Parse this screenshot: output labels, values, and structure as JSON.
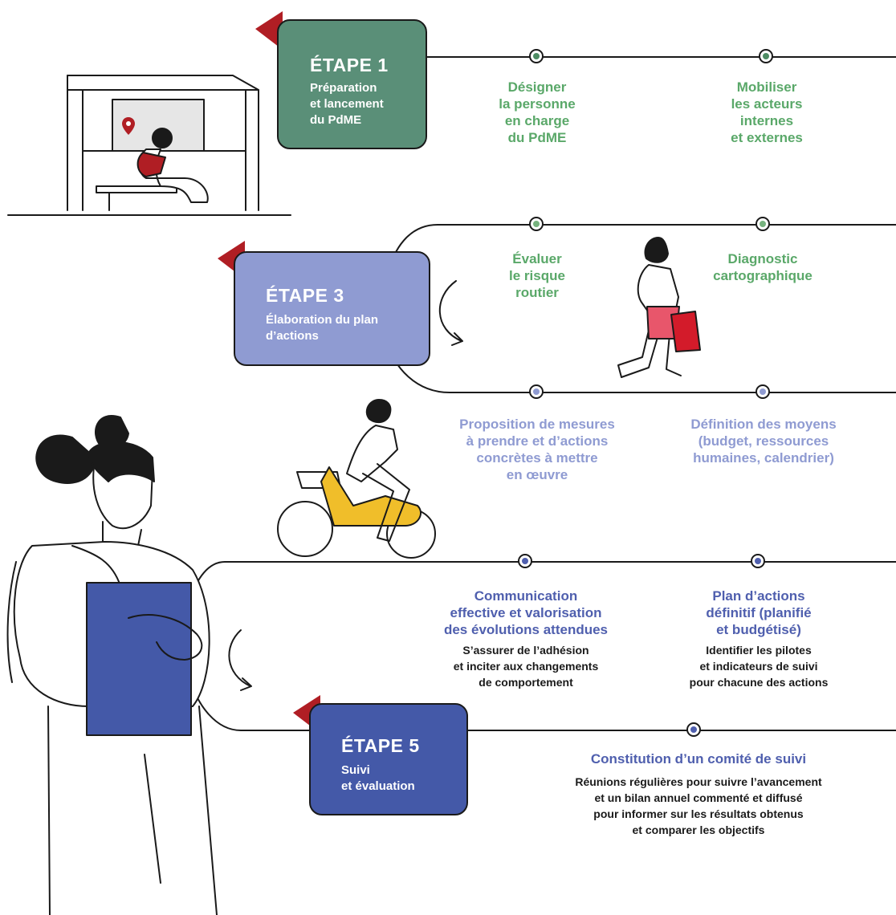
{
  "colors": {
    "step1": "#5a8f78",
    "step3": "#8f9bd2",
    "step5": "#4459a8",
    "flag": "#b01e24",
    "green_text": "#5aa869",
    "lilac_text": "#8f9bd2",
    "blue_text": "#4f5fae"
  },
  "steps": [
    {
      "title": "ÉTAPE 1",
      "subtitle": "Préparation\net lancement\ndu PdME"
    },
    {
      "title": "ÉTAPE 3",
      "subtitle": "Élaboration du plan\nd’actions"
    },
    {
      "title": "ÉTAPE 5",
      "subtitle": "Suivi\net évaluation"
    }
  ],
  "milestones": {
    "step1": [
      {
        "label": "Désigner\nla personne\nen charge\ndu PdME"
      },
      {
        "label": "Mobiliser\nles acteurs\ninternes\net externes"
      }
    ],
    "step3_top": [
      {
        "label": "Évaluer\nle risque\nroutier"
      },
      {
        "label": "Diagnostic\ncartographique"
      }
    ],
    "step3_bottom": [
      {
        "label": "Proposition de mesures\nà prendre et d’actions\nconcrètes à mettre\nen œuvre"
      },
      {
        "label": "Définition des moyens\n(budget, ressources\nhumaines, calendrier)"
      }
    ],
    "step4": [
      {
        "label": "Communication\neffective et valorisation\ndes évolutions attendues",
        "detail": "S’assurer de l’adhésion\net inciter aux changements\nde comportement"
      },
      {
        "label": "Plan d’actions\ndéfinitif (planifié\net budgétisé)",
        "detail": "Identifier les pilotes\net indicateurs de suivi\npour chacune des actions"
      }
    ],
    "step5": [
      {
        "label": "Constitution d’un comité de suivi",
        "detail": "Réunions régulières pour suivre l’avancement\net un bilan annuel commenté et diffusé\npour informer sur les résultats obtenus\net comparer les objectifs"
      }
    ]
  },
  "illustrations": {
    "bus_stop": "person-waiting-at-bus-stop",
    "shopper": "woman-walking-with-shopping-bags",
    "scooter": "man-riding-scooter",
    "student": "woman-holding-folder-with-backpack"
  }
}
